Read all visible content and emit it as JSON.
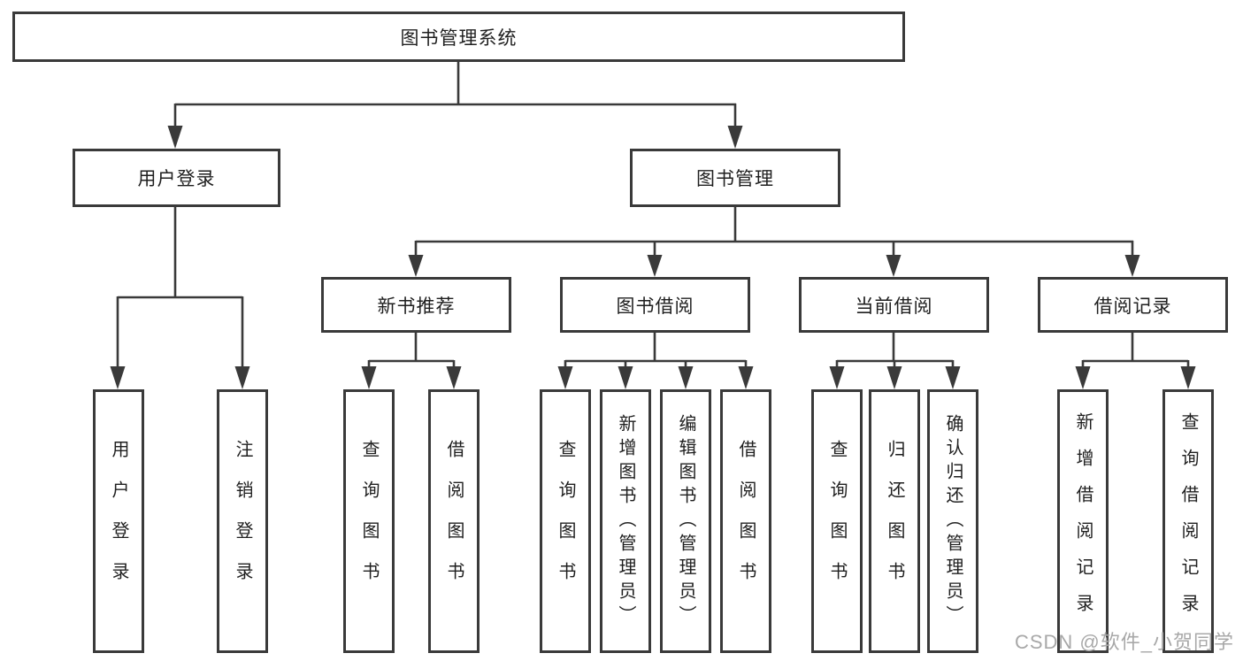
{
  "diagram": {
    "root": {
      "label": "图书管理系统"
    },
    "level2": [
      {
        "label": "用户登录"
      },
      {
        "label": "图书管理"
      }
    ],
    "level3": [
      {
        "label": "新书推荐"
      },
      {
        "label": "图书借阅"
      },
      {
        "label": "当前借阅"
      },
      {
        "label": "借阅记录"
      }
    ],
    "leaves": [
      {
        "label": "用户登录"
      },
      {
        "label": "注销登录"
      },
      {
        "label": "查询图书"
      },
      {
        "label": "借阅图书"
      },
      {
        "label": "查询图书"
      },
      {
        "label": "新增图书（管理员）"
      },
      {
        "label": "编辑图书（管理员）"
      },
      {
        "label": "借阅图书"
      },
      {
        "label": "查询图书"
      },
      {
        "label": "归还图书"
      },
      {
        "label": "确认归还（管理员）"
      },
      {
        "label": "新增借阅记录"
      },
      {
        "label": "查询借阅记录"
      }
    ],
    "line_color": "#3a3a3a"
  },
  "watermark": {
    "text": "CSDN @软件_小贺同学",
    "color": "#a8a8a8"
  }
}
